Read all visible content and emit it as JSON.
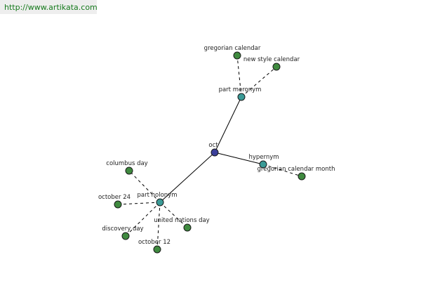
{
  "source_link": "http://www.artikata.com",
  "colors": {
    "root": "#3b3f9a",
    "relation": "#3a9a96",
    "leaf": "#3f8a3f",
    "link": "#157a1c"
  },
  "nodes": [
    {
      "id": "oct",
      "label": "oct",
      "kind": "root"
    },
    {
      "id": "part-meronym",
      "label": "part meronym",
      "kind": "relation"
    },
    {
      "id": "hypernym",
      "label": "hypernym",
      "kind": "relation"
    },
    {
      "id": "part-holonym",
      "label": "part holonym",
      "kind": "relation"
    },
    {
      "id": "gregorian-calendar",
      "label": "gregorian calendar",
      "kind": "leaf"
    },
    {
      "id": "new-style-calendar",
      "label": "new style calendar",
      "kind": "leaf"
    },
    {
      "id": "gregorian-calendar-month",
      "label": "gregorian calendar month",
      "kind": "leaf"
    },
    {
      "id": "columbus-day",
      "label": "columbus day",
      "kind": "leaf"
    },
    {
      "id": "october-24",
      "label": "october 24",
      "kind": "leaf"
    },
    {
      "id": "discovery-day",
      "label": "discovery day",
      "kind": "leaf"
    },
    {
      "id": "october-12",
      "label": "october 12",
      "kind": "leaf"
    },
    {
      "id": "united-nations-day",
      "label": "united nations day",
      "kind": "leaf"
    }
  ],
  "edges": [
    {
      "from": "oct",
      "to": "part-meronym",
      "style": "solid"
    },
    {
      "from": "oct",
      "to": "hypernym",
      "style": "solid"
    },
    {
      "from": "oct",
      "to": "part-holonym",
      "style": "solid"
    },
    {
      "from": "part-meronym",
      "to": "gregorian-calendar",
      "style": "dashed"
    },
    {
      "from": "part-meronym",
      "to": "new-style-calendar",
      "style": "dashed"
    },
    {
      "from": "hypernym",
      "to": "gregorian-calendar-month",
      "style": "dashed"
    },
    {
      "from": "part-holonym",
      "to": "columbus-day",
      "style": "dashed"
    },
    {
      "from": "part-holonym",
      "to": "october-24",
      "style": "dashed"
    },
    {
      "from": "part-holonym",
      "to": "discovery-day",
      "style": "dashed"
    },
    {
      "from": "part-holonym",
      "to": "october-12",
      "style": "dashed"
    },
    {
      "from": "part-holonym",
      "to": "united-nations-day",
      "style": "dashed"
    }
  ]
}
